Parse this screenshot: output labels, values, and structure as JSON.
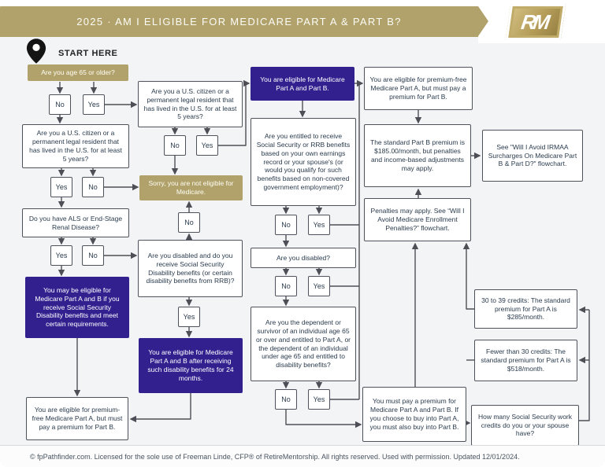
{
  "header": {
    "title": "2025 · AM I ELIGIBLE FOR MEDICARE PART A & PART B?",
    "logo_text": "RM"
  },
  "start": {
    "label": "START HERE"
  },
  "labels": {
    "yes": "Yes",
    "no": "No"
  },
  "nodes": {
    "age65": "Are you age 65 or older?",
    "citizen_left": "Are you a U.S. citizen or a permanent legal resident that has lived in the U.S. for at least 5 years?",
    "als": "Do you have ALS or End-Stage Renal Disease?",
    "maybe_eligible": "You may be eligible for Medicare Part A and B if you receive Social Security Disability benefits and meet certain requirements.",
    "premium_free_left": "You are eligible for premium-free Medicare Part A, but must pay a premium for Part B.",
    "citizen_mid": "Are you a U.S. citizen or a permanent legal resident that has lived in the U.S. for at least 5 years?",
    "sorry": "Sorry, you are not eligible for Medicare.",
    "disabled_ssdi": "Are you disabled and do you receive Social Security Disability benefits (or certain disability benefits from RRB)?",
    "eligible_24mo": "You are eligible for Medicare Part A and B after receiving such disability benefits for 24 months.",
    "eligible_ab": "You are eligible for Medicare Part A and Part B.",
    "entitled": "Are you entitled to receive Social Security or RRB benefits based on your own earnings record or your spouse's (or would you qualify for such benefits based on non-covered government employment)?",
    "disabled_q": "Are you disabled?",
    "dependent": "Are you the dependent or survivor of an individual age 65 or over and entitled to Part A, or the dependent of an individual under age 65 and entitled to disability benefits?",
    "premium_free_right": "You are eligible for premium-free Medicare Part A, but must pay a premium for Part B.",
    "standard_b": "The standard Part B premium is $185.00/month, but penalties and income-based adjustments may apply.",
    "penalties": "Penalties may apply. See “Will I Avoid Medicare Enrollment Penalties?” flowchart.",
    "irmaa": "See \"Will I Avoid IRMAA Surcharges On Medicare Part B & Part D?\" flowchart.",
    "credits_30_39": "30 to 39 credits: The standard premium for Part A is $285/month.",
    "credits_fewer": "Fewer than 30 credits: The standard premium for Part A is $518/month.",
    "must_pay": "You must pay a premium for Medicare Part A and Part B. If you choose to buy into Part A, you must also buy into Part B.",
    "how_many_credits": "How many Social Security work credits do you or your spouse have?"
  },
  "footer": {
    "text": "© fpPathfinder.com. Licensed for the sole use of Freeman Linde, CFP® of RetireMentorship. All rights reserved. Used with permission. Updated 12/01/2024."
  },
  "colors": {
    "gold": "#b1a26b",
    "purple": "#32208f",
    "line": "#4e4e57",
    "bg": "#f3f4f6",
    "ink": "#2a3b4d"
  }
}
